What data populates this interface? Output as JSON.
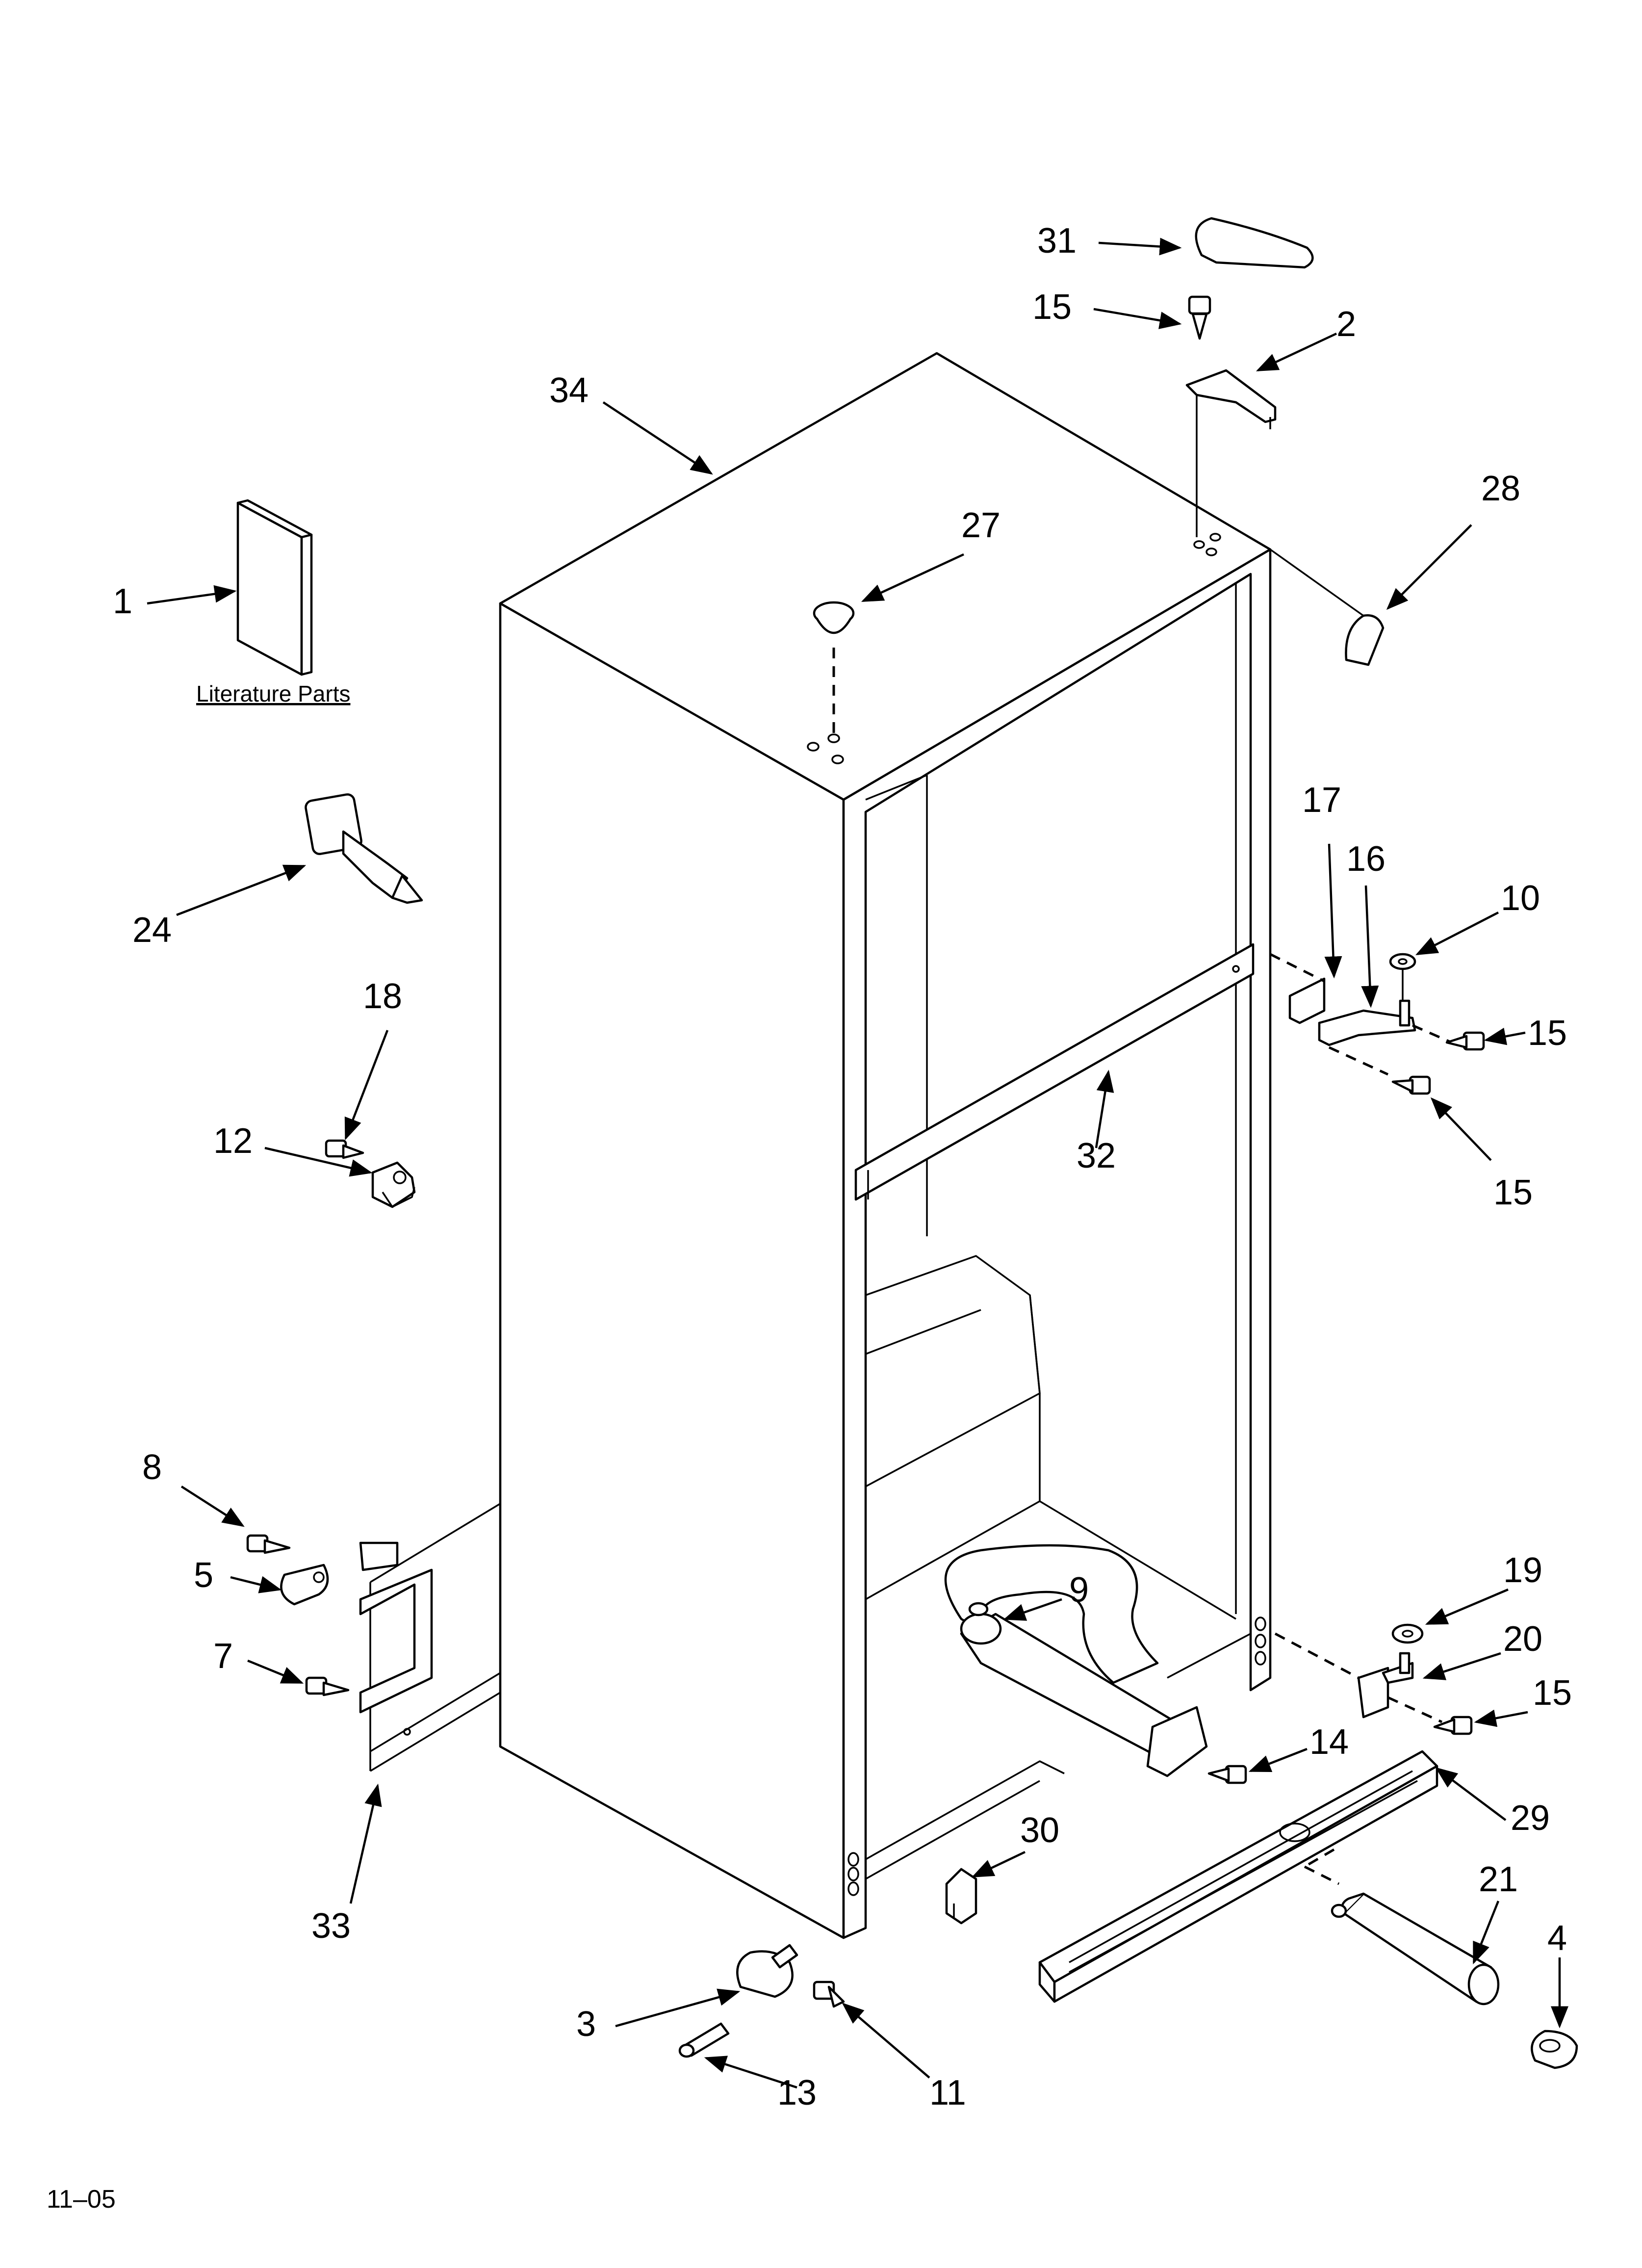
{
  "diagram": {
    "callouts": {
      "c1": "1",
      "c2": "2",
      "c3": "3",
      "c4": "4",
      "c5": "5",
      "c7": "7",
      "c8": "8",
      "c9": "9",
      "c10": "10",
      "c11": "11",
      "c12": "12",
      "c13": "13",
      "c14": "14",
      "c15a": "15",
      "c15b": "15",
      "c15c": "15",
      "c15d": "15",
      "c16": "16",
      "c17": "17",
      "c18": "18",
      "c19": "19",
      "c20": "20",
      "c21": "21",
      "c24": "24",
      "c27": "27",
      "c28": "28",
      "c29": "29",
      "c30": "30",
      "c31": "31",
      "c32": "32",
      "c33": "33",
      "c34": "34"
    },
    "literature_label": "Literature Parts",
    "footer_code": "11–05"
  }
}
